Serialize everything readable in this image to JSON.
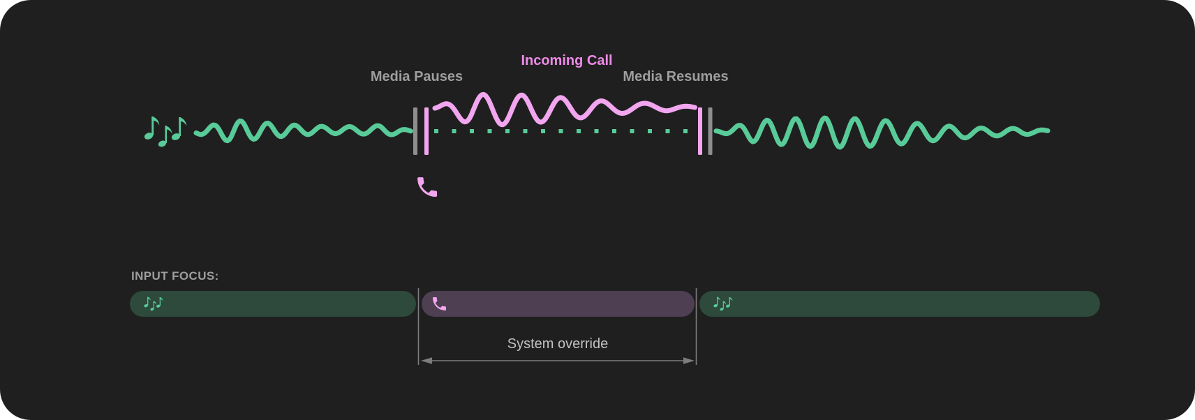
{
  "colors": {
    "page_bg": "#ffffff",
    "card_bg": "#201f1f",
    "media": "#58cb99",
    "call": "#f2a6ef",
    "call_title": "#ec8be8",
    "marker": "#8e8e8e",
    "label": "#9e9e9e",
    "override_label": "#c2c2c2",
    "guide": "#7d7d7d",
    "focus_media_bg": "#2d4a3c",
    "focus_call_bg": "#4e3f52"
  },
  "timeline": {
    "media_pauses_label": "Media Pauses",
    "incoming_call_label": "Incoming Call",
    "media_resumes_label": "Media Resumes",
    "media_icon": "music-notes-icon",
    "call_icon": "phone-icon"
  },
  "input_focus": {
    "heading": "INPUT FOCUS:",
    "override_label": "System override",
    "segments": [
      {
        "owner": "media",
        "icon": "music-notes-icon"
      },
      {
        "owner": "call",
        "icon": "phone-icon"
      },
      {
        "owner": "media",
        "icon": "music-notes-icon"
      }
    ]
  }
}
